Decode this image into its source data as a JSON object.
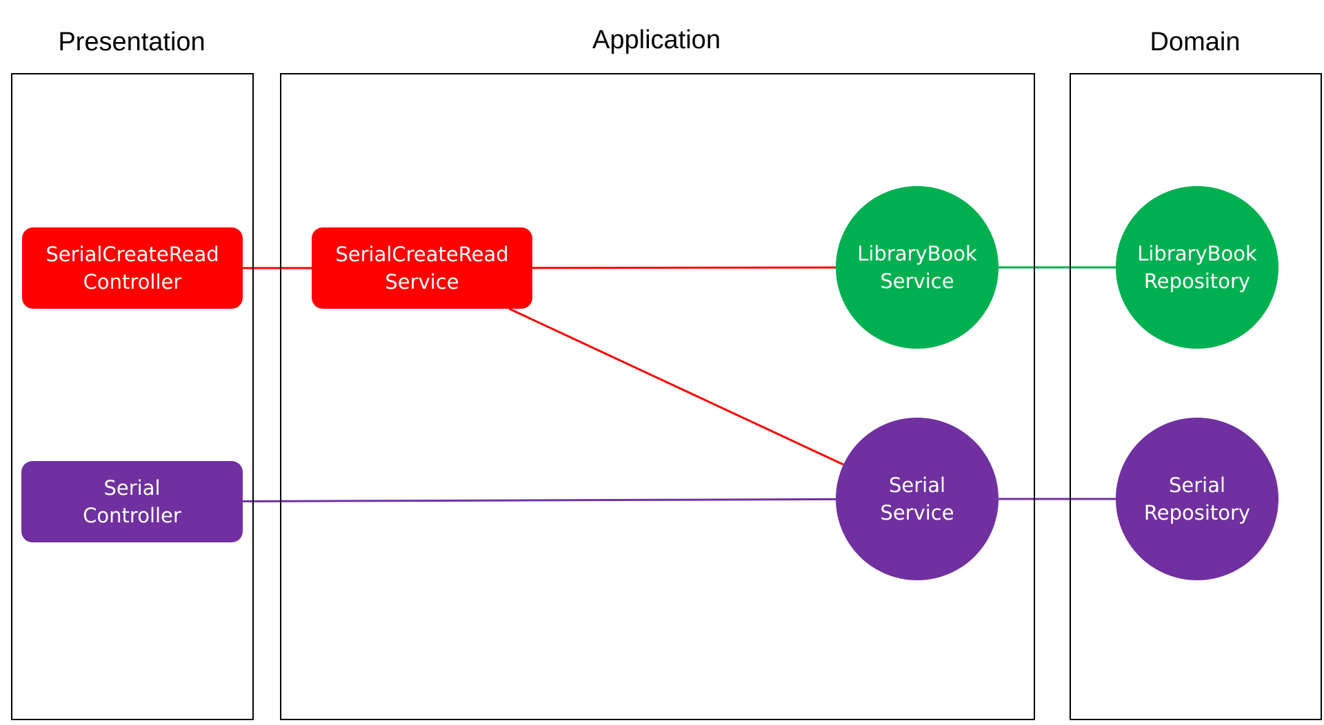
{
  "colors": {
    "red": "#ff0000",
    "green": "#00b050",
    "purple": "#7030a0",
    "border": "#000000"
  },
  "layers": {
    "presentation": "Presentation",
    "application": "Application",
    "domain": "Domain"
  },
  "nodes": {
    "serial_create_read_controller": {
      "line1": "SerialCreateRead",
      "line2": "Controller",
      "color": "red",
      "shape": "rounded-rectangle"
    },
    "serial_controller": {
      "line1": "Serial",
      "line2": "Controller",
      "color": "purple",
      "shape": "rounded-rectangle"
    },
    "serial_create_read_service": {
      "line1": "SerialCreateRead",
      "line2": "Service",
      "color": "red",
      "shape": "rounded-rectangle"
    },
    "library_book_service": {
      "line1": "LibraryBook",
      "line2": "Service",
      "color": "green",
      "shape": "circle"
    },
    "serial_service": {
      "line1": "Serial",
      "line2": "Service",
      "color": "purple",
      "shape": "circle"
    },
    "library_book_repository": {
      "line1": "LibraryBook",
      "line2": "Repository",
      "color": "green",
      "shape": "circle"
    },
    "serial_repository": {
      "line1": "Serial",
      "line2": "Repository",
      "color": "purple",
      "shape": "circle"
    }
  },
  "edges": [
    {
      "from": "serial_create_read_controller",
      "to": "serial_create_read_service",
      "color": "red"
    },
    {
      "from": "serial_create_read_service",
      "to": "library_book_service",
      "color": "red"
    },
    {
      "from": "serial_create_read_service",
      "to": "serial_service",
      "color": "red"
    },
    {
      "from": "serial_controller",
      "to": "serial_service",
      "color": "purple"
    },
    {
      "from": "library_book_service",
      "to": "library_book_repository",
      "color": "green"
    },
    {
      "from": "serial_service",
      "to": "serial_repository",
      "color": "purple"
    }
  ]
}
